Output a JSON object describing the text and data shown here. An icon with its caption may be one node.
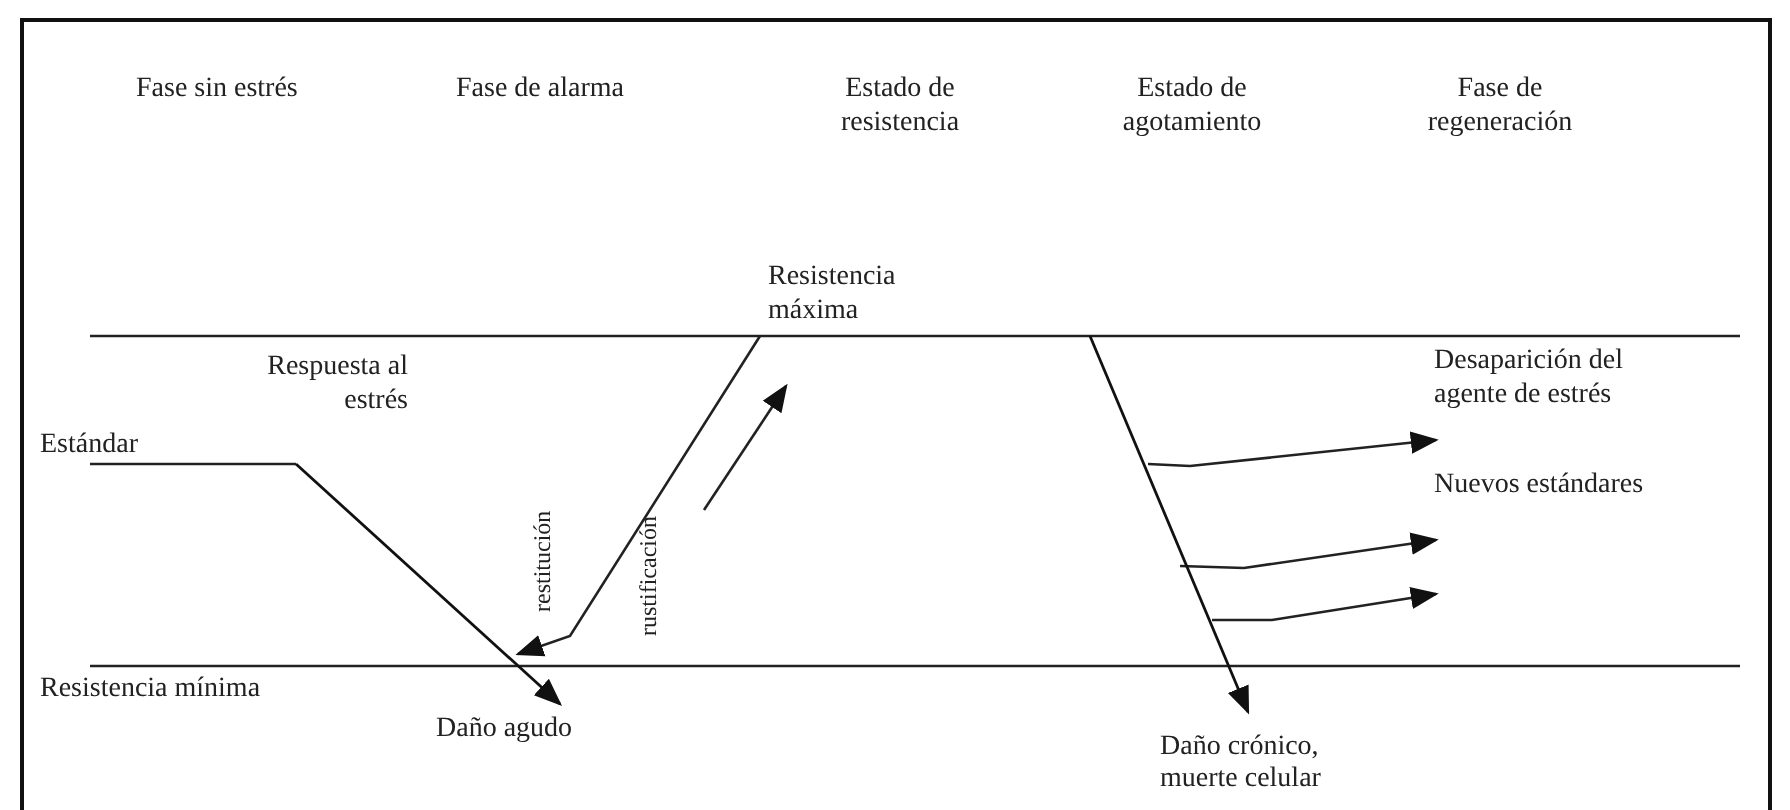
{
  "diagram": {
    "nodes": [
      {
        "text": [
          "Daño agudo"
        ]
      },
      {
        "text": [
          "Daño crónico, muerte celular"
        ]
      }
    ],
    "edges": [
      {
        "from": null,
        "to": 0,
        "arrow": "to"
      },
      {
        "from": null,
        "to": 1,
        "arrow": "to"
      }
    ],
    "labels": [
      "Fase sin estrés",
      "Fase de alarma",
      "Estado de resistencia",
      "Estado de agotamiento",
      "Fase de regeneración",
      "Resistencia máxima",
      "Respuesta al estrés",
      "Desaparición del agente de estrés",
      "Estándar",
      "Nuevos estándares",
      "restitución",
      "rustificación",
      "Resistencia mínima"
    ]
  }
}
